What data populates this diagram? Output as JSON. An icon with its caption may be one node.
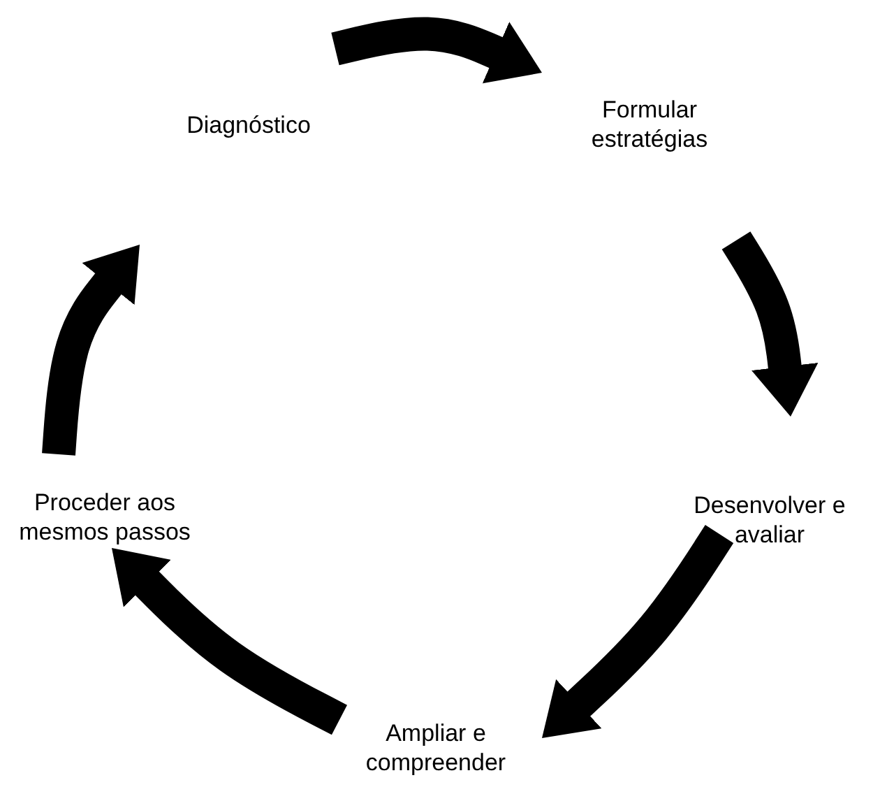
{
  "diagram": {
    "nodes": [
      {
        "text": [
          "Diagnóstico"
        ]
      },
      {
        "text": [
          "Formular estratégias"
        ]
      },
      {
        "text": [
          "Desenvolver e avaliar"
        ]
      },
      {
        "text": [
          "Ampliar e compreender"
        ]
      },
      {
        "text": [
          "Proceder aos mesmos passos"
        ]
      }
    ],
    "edges": [
      {
        "from": 0,
        "to": 1,
        "arrow": "to"
      },
      {
        "from": 1,
        "to": 2,
        "arrow": "to"
      },
      {
        "from": 2,
        "to": 3,
        "arrow": "to"
      },
      {
        "from": 3,
        "to": 4,
        "arrow": "to"
      },
      {
        "from": 4,
        "to": 0,
        "arrow": "to"
      }
    ]
  }
}
